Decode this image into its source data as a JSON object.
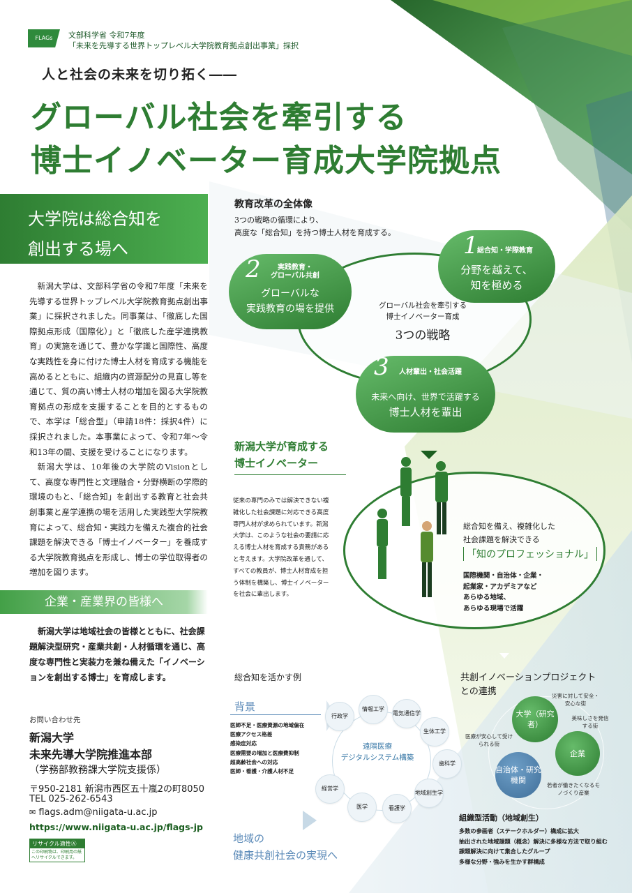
{
  "header": {
    "logo": "FLAGs",
    "pre_line1": "文部科学省 令和7年度",
    "pre_line2": "「未来を先導する世界トップレベル大学院教育拠点創出事業」採択",
    "tagline": "人と社会の未来を切り拓く――",
    "title_line1": "グローバル社会を牽引する",
    "title_line2": "博士イノベーター育成大学院拠点"
  },
  "left": {
    "box_line1": "大学院は総合知を",
    "box_line2": "創出する場へ",
    "para1": "新潟大学は、文部科学省の令和7年度「未来を先導する世界トップレベル大学院教育拠点創出事業」に採択されました。同事業は、「徹底した国際拠点形成（国際化）」と「徹底した産学連携教育」の実施を通じて、豊かな学識と国際性、高度な実践性を身に付けた博士人材を育成する機能を高めるとともに、組織内の資源配分の見直し等を通じて、質の高い博士人材の増加を図る大学院教育拠点の形成を支援することを目的とするもので、本学は「総合型」（申請18件：採択4件）に採択されました。本事業によって、令和7年～令和13年の間、支援を受けることになります。",
    "para2": "新潟大学は、10年後の大学院のVisionとして、高度な専門性と文理融合・分野横断の学際的環境のもと、「総合知」を創出する教育と社会共創事業と産学連携の場を活用した実践型大学院教育によって、総合知・実践力を備えた複合的社会課題を解決できる「博士イノベーター」を養成する大学院教育拠点を形成し、博士の学位取得者の増加を図ります。",
    "corp_heading": "企業・産業界の皆様へ",
    "corp_text": "新潟大学は地域社会の皆様とともに、社会課題解決型研究・産業共創・人材循環を通じ、高度な専門性と実装力を兼ね備えた「イノベーションを創出する博士」を育成します。"
  },
  "contact": {
    "label": "お問い合わせ先",
    "name1": "新潟大学",
    "name2": "未来先導大学院推進本部",
    "name3": "（学務部教務課大学院支援係）",
    "address": "〒950-2181 新潟市西区五十嵐2の町8050",
    "tel": "TEL 025-262-6543",
    "email": "flags.adm@niigata-u.ac.jp",
    "url": "https://www.niigata-u.ac.jp/flags-jp",
    "recycle_label": "リサイクル適性Ⓐ",
    "recycle_note": "この印刷物は、印刷用の紙へリサイクルできます。"
  },
  "overview": {
    "title": "教育改革の全体像",
    "intro1": "3つの戦略の循環により、",
    "intro2": "高度な「総合知」を持つ博士人材を育成する。",
    "center1": "グローバル社会を牽引する",
    "center2": "博士イノベーター育成",
    "center3": "3つの戦略",
    "s1_num": "1",
    "s1_sub": "総合知・学際教育",
    "s1_main1": "分野を越えて、",
    "s1_main2": "知を極める",
    "s2_num": "2",
    "s2_sub1": "実践教育・",
    "s2_sub2": "グローバル共創",
    "s2_main1": "グローバルな",
    "s2_main2": "実践教育の場を提供",
    "s3_num": "3",
    "s3_sub": "人材輩出・社会活躍",
    "s3_main1": "未来へ向け、世界で活躍する",
    "s3_main2": "博士人材を輩出"
  },
  "innovator": {
    "title1": "新潟大学が育成する",
    "title2": "博士イノベーター",
    "text": "従来の専門のみでは解決できない複雑化した社会課題に対応できる高度専門人材が求められています。新潟大学は、このような社会の要請に応える博士人材を育成する責務があると考えます。大学院改革を通して、すべての教員が、博士人材育成を担う体制を構築し、博士イノベーターを社会に輩出します。",
    "pro1": "総合知を備え、複雑化した",
    "pro2": "社会課題を解決できる",
    "pro_badge": "「知のプロフェッショナル」",
    "pro_sub1": "国際機関・自治体・企業・",
    "pro_sub2": "起業家・アカデミアなど",
    "pro_sub3": "あらゆる地域、",
    "pro_sub4": "あらゆる現場で活躍"
  },
  "example": {
    "title": "総合知を活かす例",
    "bg_title": "背景",
    "bg_items": [
      "医師不足・医療資源の地域偏在",
      "医療アクセス格差",
      "感染症対応",
      "医療需要の増加と医療費抑制",
      "超高齢社会への対応",
      "医師・看護・介護人材不足"
    ],
    "center1": "遠隔医療",
    "center2": "デジタルシステム構築",
    "fields": [
      "行政学",
      "情報工学",
      "電気通信学",
      "生体工学",
      "歯科学",
      "地域創生学",
      "看護学",
      "医学",
      "経営学"
    ],
    "region1": "地域の",
    "region2": "健康共創社会の実現へ"
  },
  "cocreation": {
    "title1": "共創イノベーションプロジェクト",
    "title2": "との連携",
    "univ": "大学（研究者）",
    "company": "企業",
    "gov": "自治体・研究機関",
    "note1": "災害に対して安全・安心な街",
    "note2": "美味しさを発信する街",
    "note3": "医療が安心して受けられる街",
    "note4": "若者が働きたくなるモノづくり産業",
    "org_title": "組織型活動（地域創生）",
    "org_items": [
      "多数の参画者（ステークホルダー）構成に拡大",
      "抽出された地域課題（概念）解決に多様な方法で取り組む",
      "課題解決に向けて集合したグループ",
      "多様な分野・強みを生かす群構成"
    ]
  },
  "colors": {
    "accent": "#2e7d32",
    "light_green": "#66bb6a",
    "blue": "#5b8ab8"
  }
}
